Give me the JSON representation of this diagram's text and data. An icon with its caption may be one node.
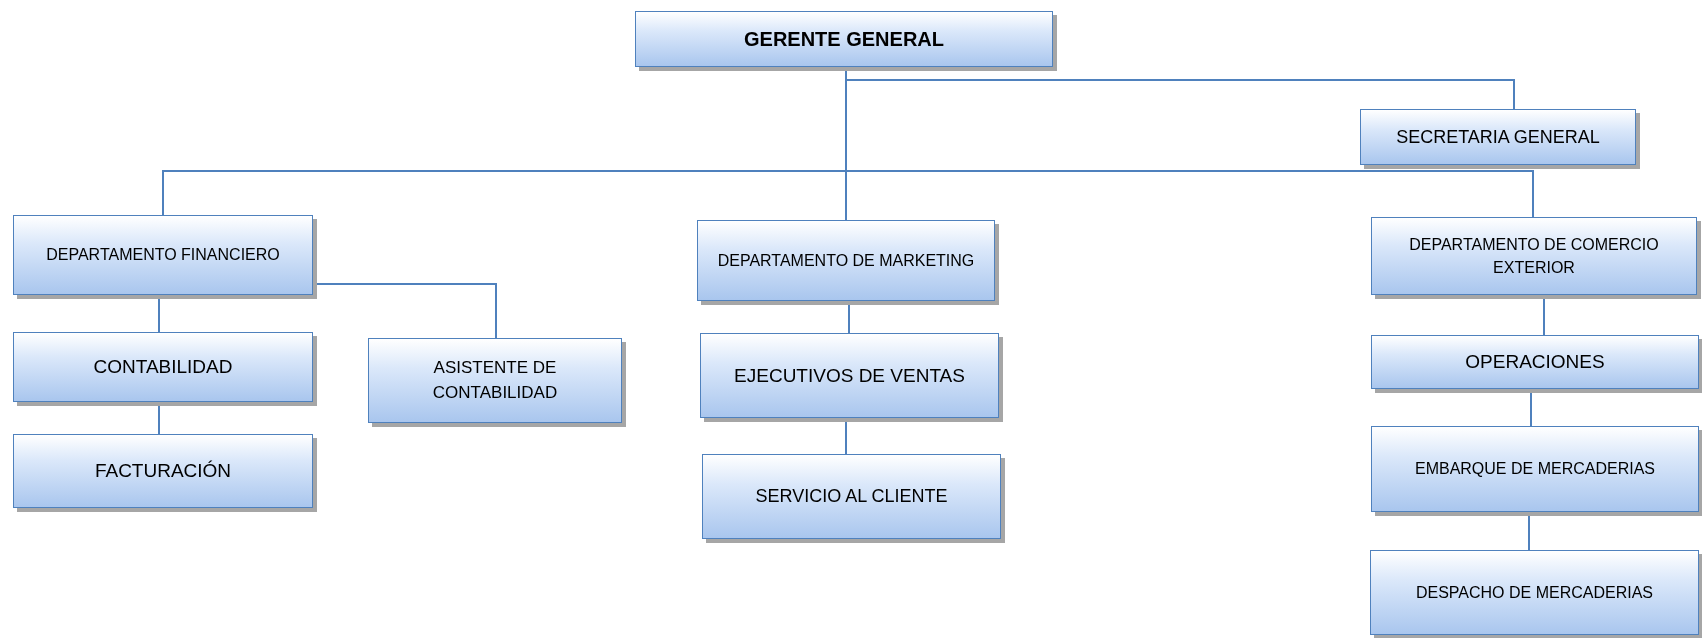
{
  "diagram": {
    "nodes": [
      {
        "text": [
          "GERENTE GENERAL"
        ]
      },
      {
        "text": [
          "SECRETARIA GENERAL"
        ]
      },
      {
        "text": [
          "DEPARTAMENTO FINANCIERO"
        ]
      },
      {
        "text": [
          "DEPARTAMENTO DE MARKETING"
        ]
      },
      {
        "text": [
          "DEPARTAMENTO DE COMERCIO EXTERIOR"
        ]
      },
      {
        "text": [
          "CONTABILIDAD"
        ]
      },
      {
        "text": [
          "ASISTENTE DE CONTABILIDAD"
        ]
      },
      {
        "text": [
          "FACTURACIÓN"
        ]
      },
      {
        "text": [
          "EJECUTIVOS DE VENTAS"
        ]
      },
      {
        "text": [
          "SERVICIO AL CLIENTE"
        ]
      },
      {
        "text": [
          "OPERACIONES"
        ]
      },
      {
        "text": [
          "EMBARQUE DE MERCADERIAS"
        ]
      },
      {
        "text": [
          "DESPACHO DE MERCADERIAS"
        ]
      }
    ],
    "edges": [
      {
        "from": 0,
        "to": 1,
        "arrow": "none"
      },
      {
        "from": 0,
        "to": 2,
        "arrow": "none"
      },
      {
        "from": 0,
        "to": 3,
        "arrow": "none"
      },
      {
        "from": 0,
        "to": 4,
        "arrow": "none"
      },
      {
        "from": 2,
        "to": 5,
        "arrow": "none"
      },
      {
        "from": 2,
        "to": 6,
        "arrow": "none"
      },
      {
        "from": 5,
        "to": 7,
        "arrow": "none"
      },
      {
        "from": 3,
        "to": 8,
        "arrow": "none"
      },
      {
        "from": 8,
        "to": 9,
        "arrow": "none"
      },
      {
        "from": 4,
        "to": 10,
        "arrow": "none"
      },
      {
        "from": 10,
        "to": 11,
        "arrow": "none"
      },
      {
        "from": 11,
        "to": 12,
        "arrow": "none"
      }
    ]
  }
}
